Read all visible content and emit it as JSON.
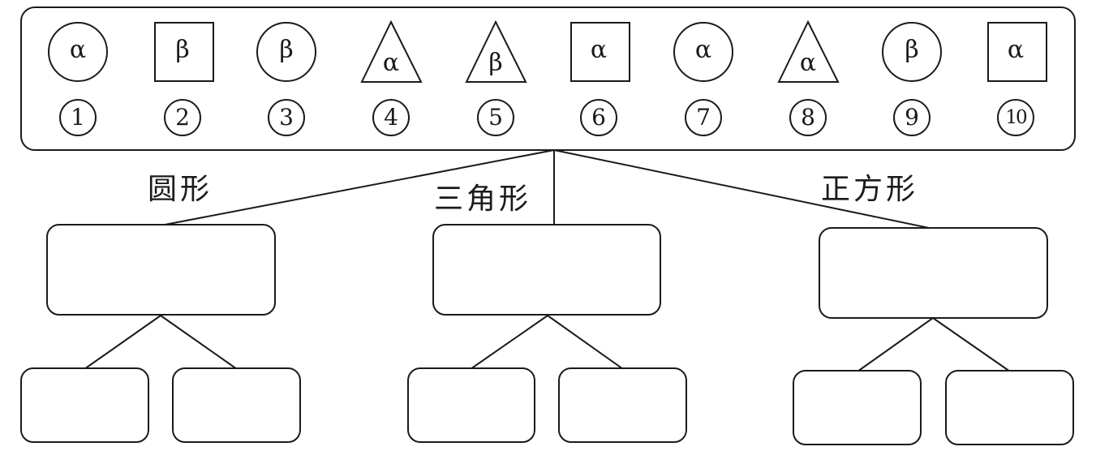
{
  "items": [
    {
      "shape": "circle-icon",
      "symbol": "α",
      "number": "1"
    },
    {
      "shape": "square-icon",
      "symbol": "β",
      "number": "2"
    },
    {
      "shape": "circle-icon",
      "symbol": "β",
      "number": "3"
    },
    {
      "shape": "triangle-icon",
      "symbol": "α",
      "number": "4"
    },
    {
      "shape": "triangle-icon",
      "symbol": "β",
      "number": "5"
    },
    {
      "shape": "square-icon",
      "symbol": "α",
      "number": "6"
    },
    {
      "shape": "circle-icon",
      "symbol": "α",
      "number": "7"
    },
    {
      "shape": "triangle-icon",
      "symbol": "α",
      "number": "8"
    },
    {
      "shape": "circle-icon",
      "symbol": "β",
      "number": "9"
    },
    {
      "shape": "square-icon",
      "symbol": "α",
      "number": "10"
    }
  ],
  "categories": [
    {
      "label": "圆形"
    },
    {
      "label": "三角形"
    },
    {
      "label": "正方形"
    }
  ]
}
